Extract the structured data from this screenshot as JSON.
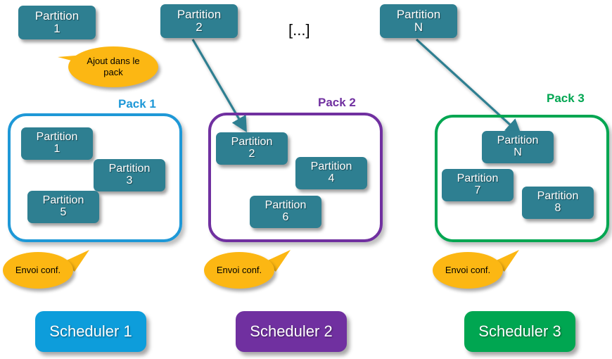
{
  "diagram": {
    "title_marker": "[...]",
    "colors": {
      "partition_fill": "#2e7f91",
      "pack1": "#1e98d7",
      "pack2": "#7030a0",
      "pack3": "#00a651",
      "callout_fill": "#fcb713",
      "arrow_teal": "#2e7f91",
      "background": "#ffffff"
    }
  },
  "top_partitions": [
    {
      "word": "Partition",
      "num": "1"
    },
    {
      "word": "Partition",
      "num": "2"
    },
    {
      "word": "Partition",
      "num": "N"
    }
  ],
  "packs": [
    {
      "label": "Pack 1",
      "color": "#1e98d7",
      "partitions": [
        {
          "word": "Partition",
          "num": "1"
        },
        {
          "word": "Partition",
          "num": "3"
        },
        {
          "word": "Partition",
          "num": "5"
        }
      ]
    },
    {
      "label": "Pack 2",
      "color": "#7030a0",
      "partitions": [
        {
          "word": "Partition",
          "num": "2"
        },
        {
          "word": "Partition",
          "num": "4"
        },
        {
          "word": "Partition",
          "num": "6"
        }
      ]
    },
    {
      "label": "Pack 3",
      "color": "#00a651",
      "partitions": [
        {
          "word": "Partition",
          "num": "N"
        },
        {
          "word": "Partition",
          "num": "7"
        },
        {
          "word": "Partition",
          "num": "8"
        }
      ]
    }
  ],
  "schedulers": [
    {
      "label": "Scheduler 1",
      "color": "#0d9ddb"
    },
    {
      "label": "Scheduler 2",
      "color": "#7030a0"
    },
    {
      "label": "Scheduler 3",
      "color": "#00a651"
    }
  ],
  "callouts": {
    "add_to_pack": "Ajout dans le pack",
    "add_to_pack_line1": "Ajout dans le",
    "add_to_pack_line2": "pack",
    "send_conf_1": "Envoi conf.",
    "send_conf_2": "Envoi conf.",
    "send_conf_3": "Envoi conf."
  }
}
